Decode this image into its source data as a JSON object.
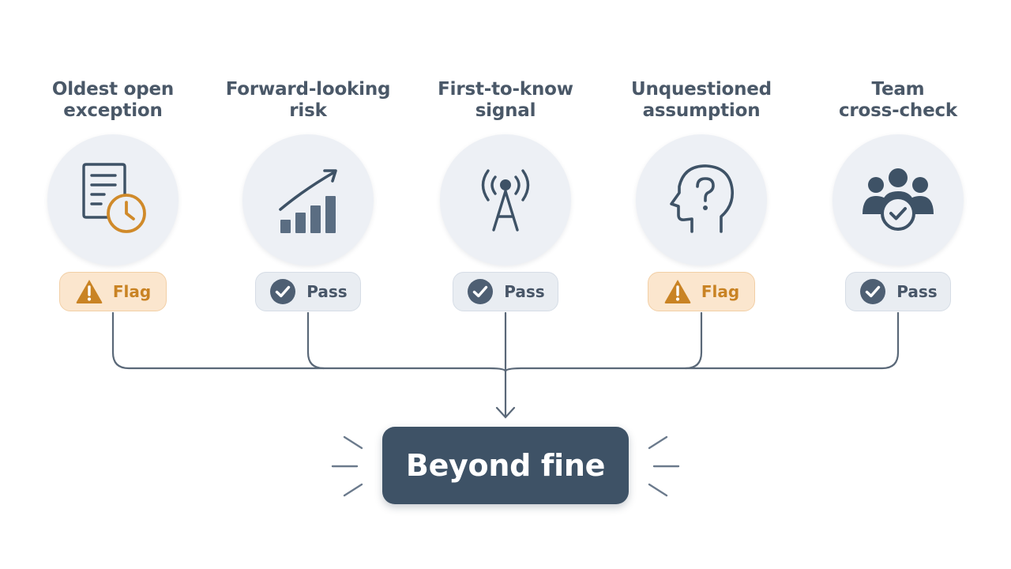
{
  "criteria": [
    {
      "title_lines": [
        "Oldest open",
        "exception"
      ],
      "status": "Flag",
      "kind": "flag",
      "icon": "document-clock-icon"
    },
    {
      "title_lines": [
        "Forward-looking",
        "risk"
      ],
      "status": "Pass",
      "kind": "pass",
      "icon": "rising-bar-chart-icon"
    },
    {
      "title_lines": [
        "First-to-know",
        "signal"
      ],
      "status": "Pass",
      "kind": "pass",
      "icon": "signal-tower-icon"
    },
    {
      "title_lines": [
        "Unquestioned",
        "assumption"
      ],
      "status": "Flag",
      "kind": "flag",
      "icon": "head-question-icon"
    },
    {
      "title_lines": [
        "Team",
        "cross-check"
      ],
      "status": "Pass",
      "kind": "pass",
      "icon": "team-check-icon"
    }
  ],
  "result": {
    "label": "Beyond fine"
  },
  "colors": {
    "line": "#5a6878",
    "icon": "#3e5266",
    "clock": "#d08a2a",
    "flag_bg": "#fbe6ce",
    "flag_text": "#c98324",
    "pass_bg": "#e9edf2",
    "result_bg": "#3e5266"
  }
}
